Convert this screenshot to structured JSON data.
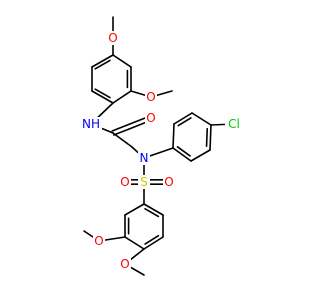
{
  "colors": {
    "bond": "#000000",
    "carbon": "#000000",
    "oxygen": "#ff0000",
    "nitrogen": "#0000ff",
    "sulfur": "#cccc00",
    "chlorine": "#00cc00",
    "background": "#ffffff"
  },
  "atoms": {
    "o_methoxy_top": "O",
    "o_methoxy_mid": "O",
    "nh": "NH",
    "o_carbonyl": "O",
    "n_sulfonamide": "N",
    "cl": "Cl",
    "s": "S",
    "o_sulfonyl_left": "O",
    "o_sulfonyl_right": "O",
    "o_methoxy_lower_left": "O",
    "o_methoxy_lower": "O"
  }
}
